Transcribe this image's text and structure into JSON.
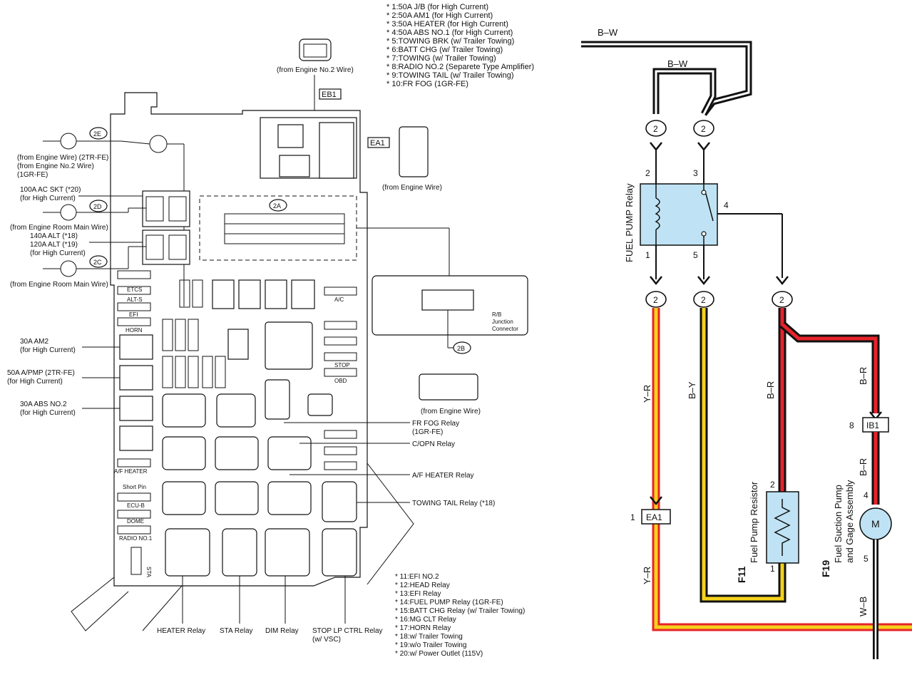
{
  "fuse_box": {
    "notes_top": [
      "* 1:50A J/B (for High Current)",
      "* 2:50A AM1 (for High Current)",
      "* 3:50A HEATER (for High Current)",
      "* 4:50A ABS NO.1 (for High Current)",
      "* 5:TOWING BRK (w/ Trailer Towing)",
      "* 6:BATT CHG (w/ Trailer Towing)",
      "* 7:TOWING (w/ Trailer Towing)",
      "* 8:RADIO NO.2 (Separete Type Amplifier)",
      "* 9:TOWING TAIL (w/ Trailer Towing)",
      "* 10:FR FOG (1GR-FE)"
    ],
    "notes_bottom": [
      "* 11:EFI NO.2",
      "* 12:HEAD Relay",
      "* 13:EFI Relay",
      "* 14:FUEL PUMP Relay (1GR-FE)",
      "* 15:BATT CHG Relay (w/ Trailer Towing)",
      "* 16:MG CLT Relay",
      "* 17:HORN Relay",
      "* 18:w/ Trailer Towing",
      "* 19:w/o Trailer Towing",
      "* 20:w/ Power Outlet (115V)"
    ],
    "conn_top_label": "(from Engine No.2 Wire)",
    "eb1": "EB1",
    "ea1": "EA1",
    "from_engine_wire_a": "(from Engine Wire)",
    "from_engine_wire_b": "(from Engine Wire)",
    "c2e": "2E",
    "c2d": "2D",
    "c2c": "2C",
    "c2a": "2A",
    "c2b": "2B",
    "left_2e": [
      "(from Engine Wire) (2TR-FE)",
      "(from Engine No.2 Wire)",
      "(1GR-FE)"
    ],
    "left_100a": [
      "100A AC SKT (*20)",
      "(for High Current)"
    ],
    "left_2d": "(from Engine Room Main Wire)",
    "left_alt": [
      "140A ALT (*18)",
      "120A ALT (*19)",
      "(for High Current)"
    ],
    "left_2c": "(from Engine Room Main Wire)",
    "left_am2": [
      "30A AM2",
      "(for High Current)"
    ],
    "left_apmp": [
      "50A A/PMP (2TR-FE)",
      "(for High Current)"
    ],
    "left_abs2": [
      "30A ABS NO.2",
      "(for High Current)"
    ],
    "fuse_labels": [
      "ETCS",
      "ALT-S",
      "EFI",
      "HORN",
      "A/F HEATER",
      "Short Pin",
      "ECU-B",
      "DOME",
      "RADIO NO.1",
      "STA",
      "A/C",
      "STOP",
      "OBD"
    ],
    "rb_label": [
      "R/B",
      "Junction",
      "Connector"
    ],
    "right_relays": [
      "FR FOG Relay",
      "(1GR-FE)",
      "C/OPN Relay",
      "A/F HEATER Relay",
      "TOWING TAIL Relay (*18)"
    ],
    "bottom_relays": [
      "HEATER Relay",
      "STA Relay",
      "DIM Relay",
      "STOP LP CTRL Relay",
      "(w/ VSC)"
    ]
  },
  "wiring": {
    "bw_top": "B–W",
    "bw_mid": "B–W",
    "fuel_pump_relay": "FUEL PUMP Relay",
    "pins": [
      "2",
      "3",
      "4",
      "1",
      "5"
    ],
    "connector_num": "2",
    "yr": "Y–R",
    "by": "B–Y",
    "br": "B–R",
    "ib1": "IB1",
    "ib1_pin": "8",
    "ea1": "EA1",
    "ea1_pin": "1",
    "f11": "F11",
    "f11_name": "Fuel Pump Resistor",
    "f11_pin_top": "2",
    "f11_pin_bot": "1",
    "f19": "F19",
    "f19_name": [
      "Fuel Suction Pump",
      "and Gage Assembly"
    ],
    "f19_pin_top": "4",
    "f19_pin_bot": "5",
    "motor": "M",
    "wb": "W–B",
    "colors": {
      "relay_fill": "#bfe3f4",
      "yellow": "#f5d21b",
      "red": "#e8232a",
      "resistor_fill": "#bfe3f4"
    }
  }
}
